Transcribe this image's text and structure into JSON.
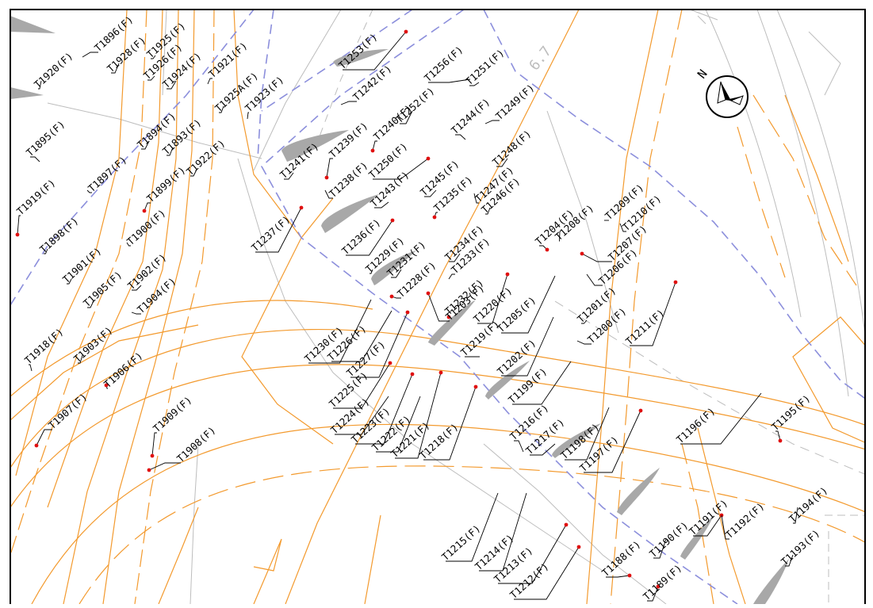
{
  "map": {
    "compass_letter": "N",
    "scale_note": "6.7",
    "colors": {
      "background": "#ffffff",
      "frame": "#000000",
      "road": "#f39a2e",
      "boundary_dashed": "#8c8fdc",
      "contour_grey": "#bdbdbd",
      "shadow_grey": "#a8a8a8",
      "label": "#000000",
      "tree_point": "#e01010"
    }
  },
  "trees": [
    "T1896(F)",
    "T1920(F)",
    "T1928(F)",
    "T1925(F)",
    "T1926(F)",
    "T1924(F)",
    "T1921(F)",
    "T1925A(F)",
    "T1923(F)",
    "T1894(F)",
    "T1893(F)",
    "T1895(F)",
    "T1897(F)",
    "T1899(F)",
    "T1922(F)",
    "T1919(F)",
    "T1898(F)",
    "T1900(F)",
    "T1901(F)",
    "T1905(F)",
    "T1902(F)",
    "T1904(F)",
    "T1918(F)",
    "T1903(F)",
    "T1906(F)",
    "T1907(F)",
    "T1909(F)",
    "T1908(F)",
    "T1253(F)",
    "T1242(F)",
    "T1256(F)",
    "T1251(F)",
    "T1240(F)",
    "T1252(F)",
    "T1249(F)",
    "T1244(F)",
    "T1239(F)",
    "T1241(F)",
    "T1238(F)",
    "T1250(F)",
    "T1248(F)",
    "T1243(F)",
    "T1245(F)",
    "T1247(F)",
    "T1235(F)",
    "T1246(F)",
    "T1237(F)",
    "T1236(F)",
    "T1229(F)",
    "T1231(F)",
    "T1234(F)",
    "T1233(F)",
    "T1228(F)",
    "T1232(F)",
    "T1204(F)",
    "T1208(F)",
    "T1209(F)",
    "T1210(F)",
    "T1207(F)",
    "T1206(F)",
    "T1203(F)",
    "T1220(F)",
    "T1205(F)",
    "T1201(F)",
    "T1200(F)",
    "T1230(F)",
    "T1226(F)",
    "T1227(F)",
    "T1219(F)",
    "T1202(F)",
    "T1211(F)",
    "T1225(F)",
    "T1199(F)",
    "T1224(F)",
    "T1223(F)",
    "T1222(F)",
    "T1221(F)",
    "T1218(F)",
    "T1216(F)",
    "T1217(F)",
    "T1198(F)",
    "T1197(F)",
    "T1196(F)",
    "T1195(F)",
    "T1215(F)",
    "T1214(F)",
    "T1213(F)",
    "T1212(F)",
    "T1188(F)",
    "T1190(F)",
    "T1191(F)",
    "T1192(F)",
    "T1194(F)",
    "T1193(F)",
    "T1189(F)"
  ]
}
